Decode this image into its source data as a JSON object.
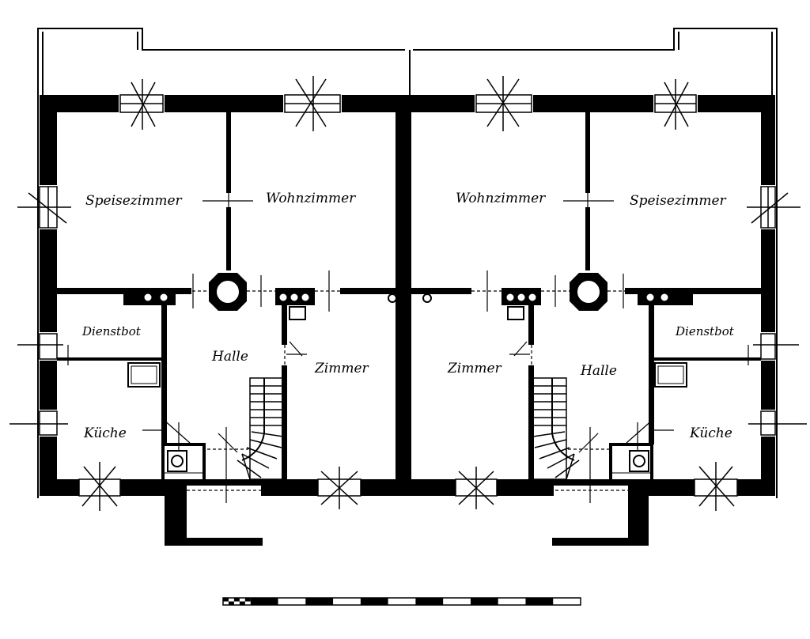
{
  "colors": {
    "wall": "#000000",
    "paper": "#ffffff",
    "line": "#000000"
  },
  "left_house": {
    "rooms": {
      "speisezimmer": "Speisezimmer",
      "wohnzimmer": "Wohnzimmer",
      "dienstbot": "Dienstbot",
      "halle": "Halle",
      "zimmer": "Zimmer",
      "kueche": "Küche"
    }
  },
  "right_house": {
    "rooms": {
      "wohnzimmer": "Wohnzimmer",
      "speisezimmer": "Speisezimmer",
      "dienstbot": "Dienstbot",
      "halle": "Halle",
      "zimmer": "Zimmer",
      "kueche": "Küche"
    }
  },
  "scale_bar": {
    "segments": 13
  }
}
